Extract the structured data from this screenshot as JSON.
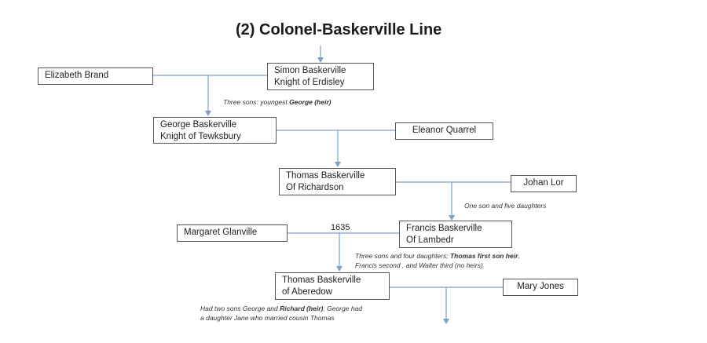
{
  "title": "(2)  Colonel-Baskerville Line",
  "people": {
    "elizabeth_brand": "Elizabeth Brand",
    "simon": {
      "name": "Simon Baskerville",
      "title": "Knight of Erdisley"
    },
    "george": {
      "name": "George Baskerville",
      "title": "Knight of Tewksbury"
    },
    "eleanor_quarrel": "Eleanor Quarrel",
    "thomas_richardson": {
      "name": "Thomas Baskerville",
      "title": "Of Richardson"
    },
    "johan_lor": "Johan Lor",
    "margaret_glanville": "Margaret Glanville",
    "francis": {
      "name": "Francis Baskerville",
      "title": "Of Lambedr"
    },
    "thomas_aberedow": {
      "name": "Thomas Baskerville",
      "title": "of Aberedow"
    },
    "mary_jones": "Mary Jones"
  },
  "year_label": "1635",
  "notes": {
    "simon_children": {
      "before": "Three sons: youngest ",
      "bold": "George (heir)"
    },
    "thomas_children": "One son and five daughters",
    "francis_children": {
      "line1_before": "Three  sons and four daughters; ",
      "line1_bold": "Thomas first son heir",
      "line1_after": ",",
      "line2": "Francis second ,  and Walter third (no heirs)"
    },
    "thomas_aberedow_children": {
      "line1_before": "Had two sons George and ",
      "line1_bold": "Richard  (heir)",
      "line1_after": "; George had",
      "line2": "a daughter Jane who married  cousin Thomas"
    }
  },
  "colors": {
    "connector": "#7f9fc4",
    "box_border": "#555555",
    "text": "#222222"
  }
}
